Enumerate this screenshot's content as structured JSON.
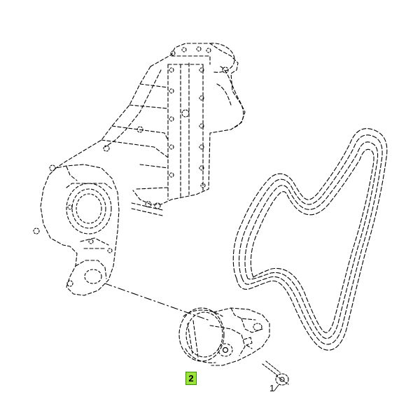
{
  "diagram": {
    "callouts": [
      {
        "id": "1",
        "label": "1",
        "part": "bolt",
        "highlighted": false
      },
      {
        "id": "2",
        "label": "2",
        "part": "belt-tensioner",
        "highlighted": true
      }
    ],
    "colors": {
      "highlight_fill": "#9be33c",
      "highlight_border": "#3f8a00",
      "line": "#000000"
    },
    "line_style": "dashed"
  }
}
